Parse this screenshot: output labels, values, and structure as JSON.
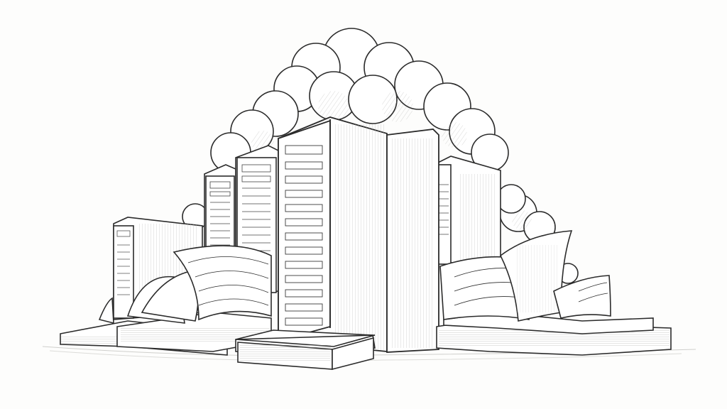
{
  "illustration": {
    "style": "pencil line sketch",
    "palette": {
      "background": "#fdfdfc",
      "ink": "#2b2b2b",
      "paper": "#ffffff",
      "shade": "#d9d9d6"
    },
    "objects": [
      "cloud-icon",
      "server-rack",
      "open-book",
      "closed-book",
      "stacked-books"
    ]
  }
}
